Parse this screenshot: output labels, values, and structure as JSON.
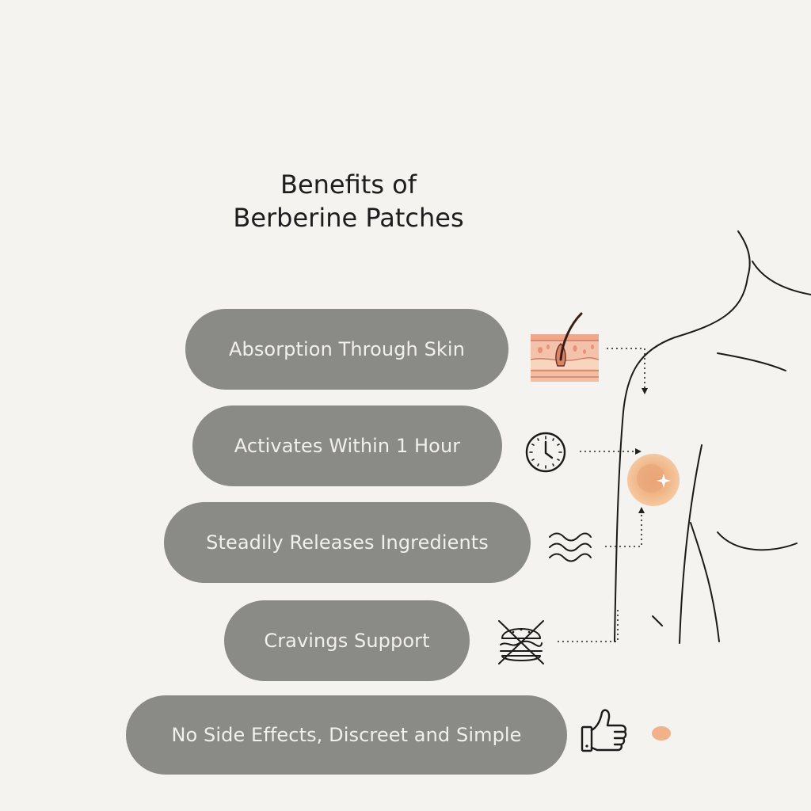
{
  "title": {
    "line1": "Benefits of",
    "line2": "Berberine Patches"
  },
  "benefits": [
    {
      "label": "Absorption Through Skin",
      "icon": "skin-layers-icon"
    },
    {
      "label": "Activates Within 1 Hour",
      "icon": "clock-icon"
    },
    {
      "label": "Steadily Releases Ingredients",
      "icon": "waves-icon"
    },
    {
      "label": "Cravings Support",
      "icon": "no-burger-icon"
    },
    {
      "label": "No Side Effects, Discreet and Simple",
      "icon": "thumbs-up-icon"
    }
  ],
  "colors": {
    "background": "#f4f3ef",
    "pill": "#8a8a86",
    "pill_text": "#f1f0ec",
    "title": "#1d1d1d",
    "line": "#1a1a1a",
    "patch": "#f1b987",
    "skin": "#f2b9a3"
  }
}
